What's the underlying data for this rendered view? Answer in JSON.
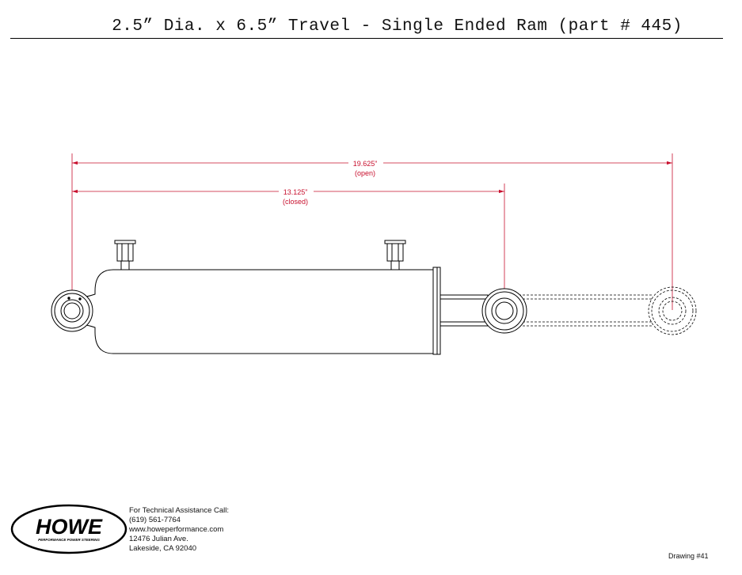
{
  "title": "2.5” Dia. x 6.5” Travel - Single Ended Ram (part # 445)",
  "dimensions": {
    "open_value": "19.625”",
    "open_label": "(open)",
    "closed_value": "13.125”",
    "closed_label": "(closed)"
  },
  "colors": {
    "dimension": "#c8102e",
    "line": "#000000"
  },
  "logo": {
    "brand": "HOWE",
    "tagline": "PERFORMANCE POWER STEERING"
  },
  "contact": {
    "heading": "For Technical Assistance Call:",
    "phone": "(619) 561-7764",
    "website": "www.howeperformance.com",
    "address1": "12476 Julian Ave.",
    "address2": "Lakeside, CA 92040"
  },
  "drawing_number": "Drawing #41"
}
